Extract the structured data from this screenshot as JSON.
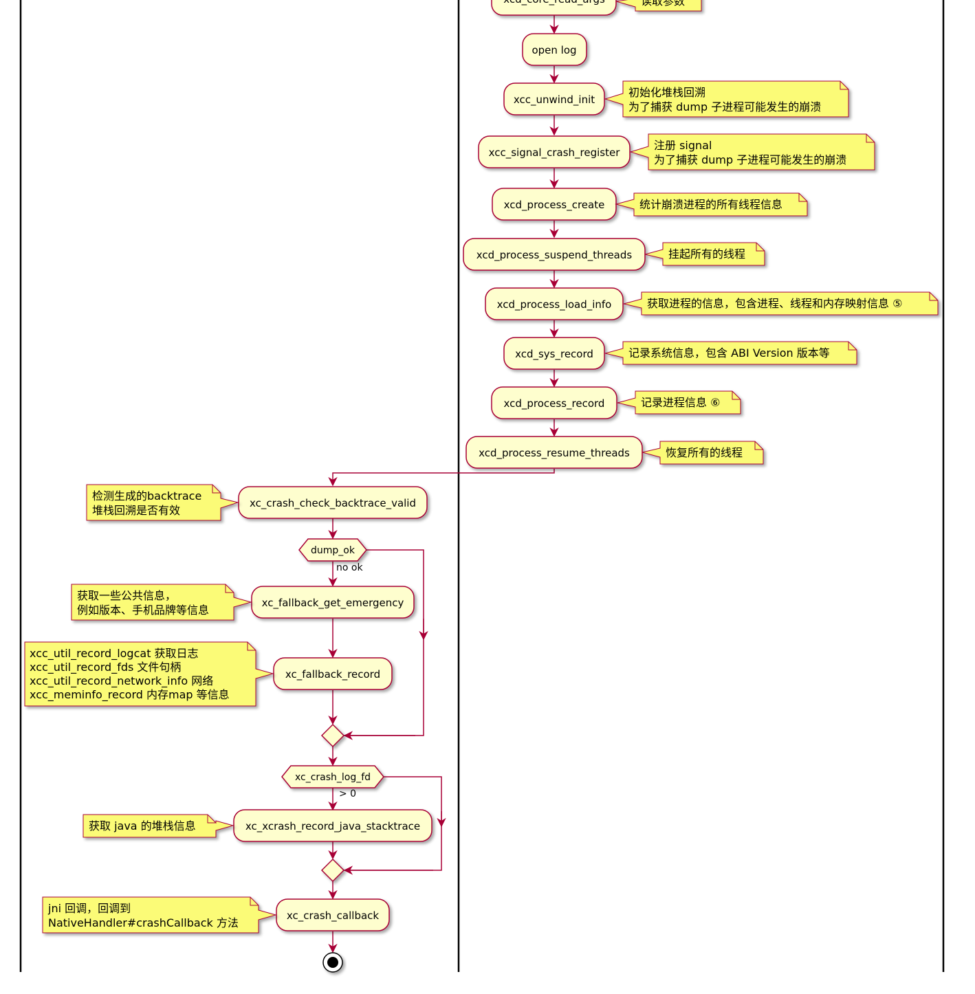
{
  "colors": {
    "activity_fill": "#FEFECE",
    "note_fill": "#FBFB77",
    "line": "#A80036",
    "lane_border": "#000000"
  },
  "activities": [
    "xcd_core_read_args",
    "open log",
    "xcc_unwind_init",
    "xcc_signal_crash_register",
    "xcd_process_create",
    "xcd_process_suspend_threads",
    "xcd_process_load_info",
    "xcd_sys_record",
    "xcd_process_record",
    "xcd_process_resume_threads",
    "xc_crash_check_backtrace_valid",
    "xc_fallback_get_emergency",
    "xc_fallback_record",
    "xc_xcrash_record_java_stacktrace",
    "xc_crash_callback"
  ],
  "decisions": [
    {
      "label": "dump_ok",
      "branch": "no ok"
    },
    {
      "label": "xc_crash_log_fd",
      "branch": "> 0"
    }
  ],
  "notes": [
    [
      "读取参数"
    ],
    [
      "初始化堆栈回溯",
      "为了捕获 dump 子进程可能发生的崩溃"
    ],
    [
      "注册 signal",
      "为了捕获 dump 子进程可能发生的崩溃"
    ],
    [
      "统计崩溃进程的所有线程信息"
    ],
    [
      "挂起所有的线程"
    ],
    [
      "获取进程的信息，包含进程、线程和内存映射信息 ⑤"
    ],
    [
      "记录系统信息，包含 ABI Version 版本等"
    ],
    [
      "记录进程信息 ⑥"
    ],
    [
      "恢复所有的线程"
    ],
    [
      "检测生成的backtrace",
      "堆栈回溯是否有效"
    ],
    [
      "获取一些公共信息，",
      "例如版本、手机品牌等信息"
    ],
    [
      "xcc_util_record_logcat 获取日志",
      "xcc_util_record_fds 文件句柄",
      "xcc_util_record_network_info 网络",
      "xcc_meminfo_record 内存map 等信息"
    ],
    [
      "获取 java 的堆栈信息"
    ],
    [
      "jni 回调，回调到",
      "NativeHandler#crashCallback 方法"
    ]
  ]
}
